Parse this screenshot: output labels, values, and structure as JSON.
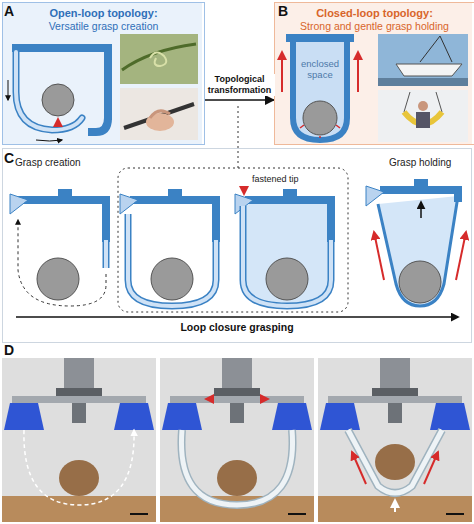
{
  "diagram": {
    "nodes": [
      {
        "text": [
          "Open-loop topology:",
          "Versatile grasp creation"
        ]
      },
      {
        "text": [
          "Closed-loop topology:",
          "Strong and gentle grasp holding"
        ]
      },
      {
        "text": [
          "Grasp creation",
          "Grasp holding"
        ]
      }
    ],
    "edges": [
      {
        "from": 0,
        "to": 1,
        "label": "Topological transformation",
        "arrow": "to"
      }
    ],
    "labels": [
      "A",
      "B",
      "C",
      "D",
      "enclosed space",
      "fastened tip",
      "Loop closure grasping"
    ]
  }
}
